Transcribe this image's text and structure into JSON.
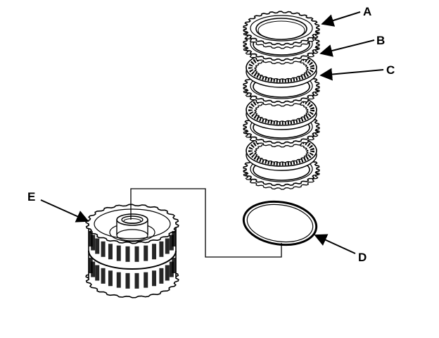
{
  "diagram": {
    "callouts": {
      "a": "A",
      "b": "B",
      "c": "C",
      "d": "D",
      "e": "E"
    },
    "parts": {
      "a": "clutch-end-plate",
      "b": "clutch-disc",
      "c": "clutch-plate",
      "d": "o-ring",
      "e": "clutch-drum"
    },
    "stack_counts": {
      "discs": 3,
      "plates": 3
    }
  }
}
